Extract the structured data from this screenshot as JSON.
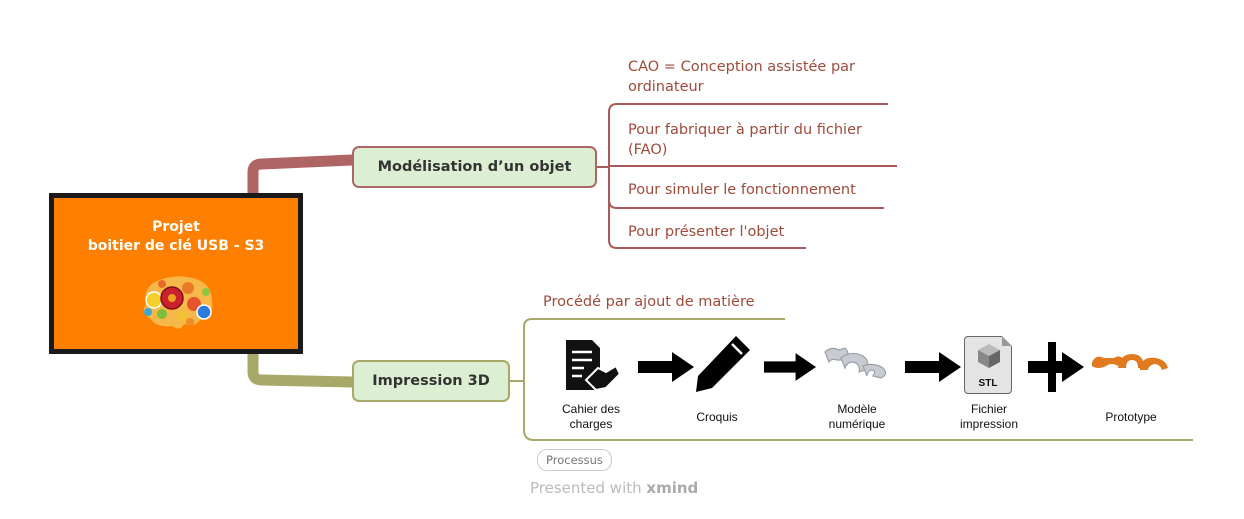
{
  "central_topic": {
    "line1": "Projet",
    "line2": "boitier de clé USB - S3",
    "image": "brain-gears-image",
    "background": "#ff8000"
  },
  "branches": [
    {
      "label": "Modélisation d’un objet",
      "color": "#b06565",
      "subtopics": [
        {
          "label_line1": "CAO = Conception assistée par",
          "label_line2": "ordinateur"
        },
        {
          "label_line1": "Pour fabriquer à partir du fichier",
          "label_line2": "(FAO)"
        },
        {
          "label_line1": "Pour simuler le fonctionnement",
          "label_line2": ""
        },
        {
          "label_line1": "Pour présenter l'objet",
          "label_line2": ""
        }
      ]
    },
    {
      "label": "Impression 3D",
      "color": "#a8a868",
      "subtopic": "Procédé par ajout de matière",
      "process_steps": [
        {
          "label_line1": "Cahier des",
          "label_line2": "charges",
          "icon": "contract-handshake-icon"
        },
        {
          "label_line1": "Croquis",
          "label_line2": "",
          "icon": "pencil-icon"
        },
        {
          "label_line1": "Modèle",
          "label_line2": "numérique",
          "icon": "3d-model-icon"
        },
        {
          "label_line1": "Fichier",
          "label_line2": "impression",
          "icon": "stl-file-icon"
        },
        {
          "label_line1": "Prototype",
          "label_line2": "",
          "icon": "printed-part-icon"
        }
      ],
      "stl_label": "STL",
      "tag": "Processus"
    }
  ],
  "footer": {
    "prefix": "Presented with ",
    "brand": "xmind"
  }
}
